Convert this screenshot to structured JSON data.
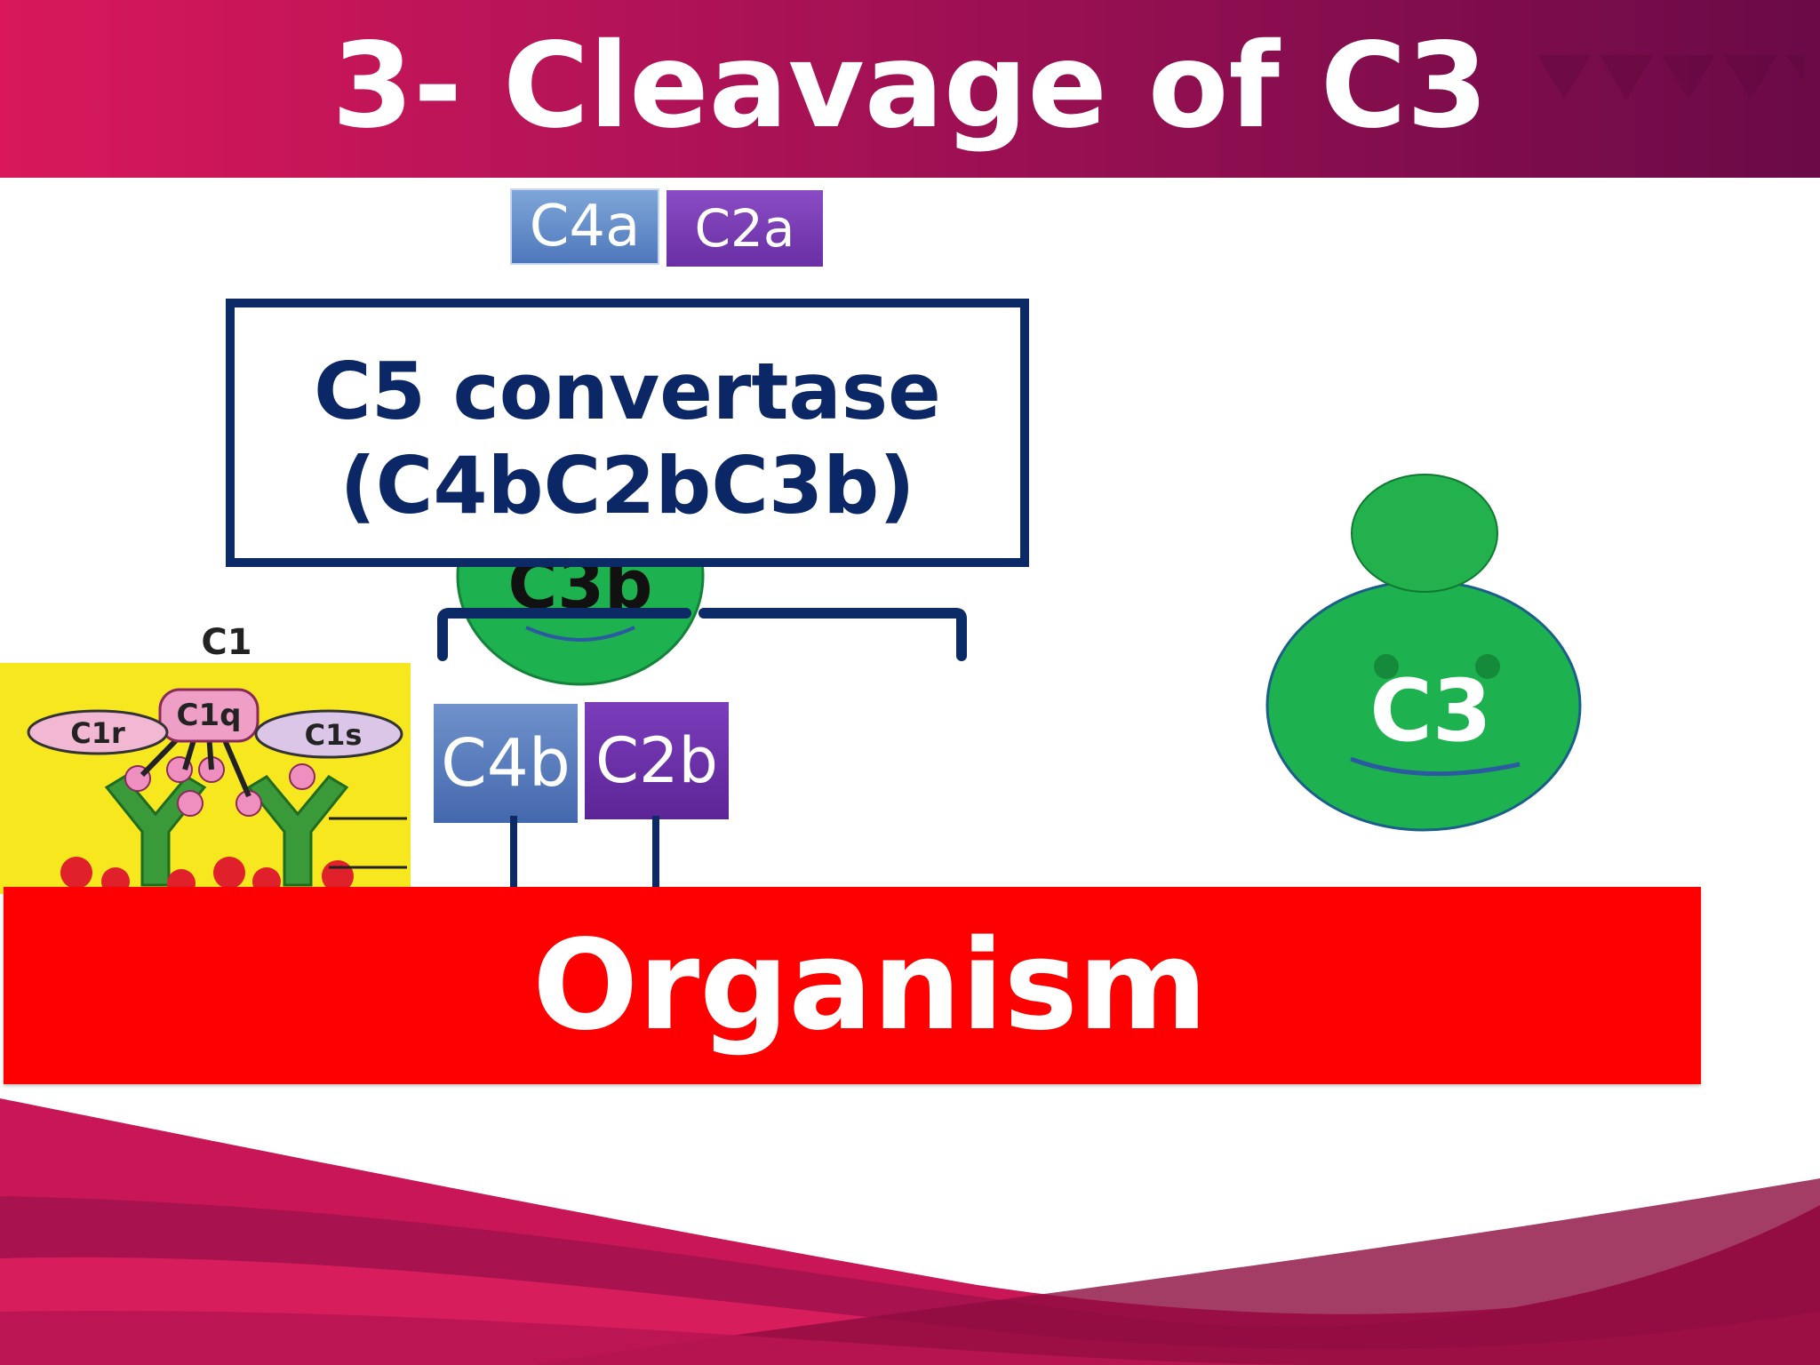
{
  "slide": {
    "title": "3- Cleavage of C3"
  },
  "diagram": {
    "released_fragments": [
      "C4a",
      "C2a"
    ],
    "convertase_box": {
      "line1": "C5 convertase",
      "line2": "(C4bC2bC3b)"
    },
    "bound_fragments": [
      "C4b",
      "C2b"
    ],
    "c3b_label": "C3b",
    "c1_complex": {
      "label": "C1",
      "subunits": [
        "C1r",
        "C1q",
        "C1s"
      ]
    },
    "free_component": "C3",
    "surface_label": "Organism"
  },
  "colors": {
    "header": "#b21357",
    "box_border": "#0c2a66",
    "box_text": "#0c2766",
    "c4_blue": "#4e78bc",
    "c2_purple": "#6a2fa4",
    "complement_green": "#1db24f",
    "organism_red": "#fe0000",
    "c1_panel_yellow": "#f7e71f"
  }
}
